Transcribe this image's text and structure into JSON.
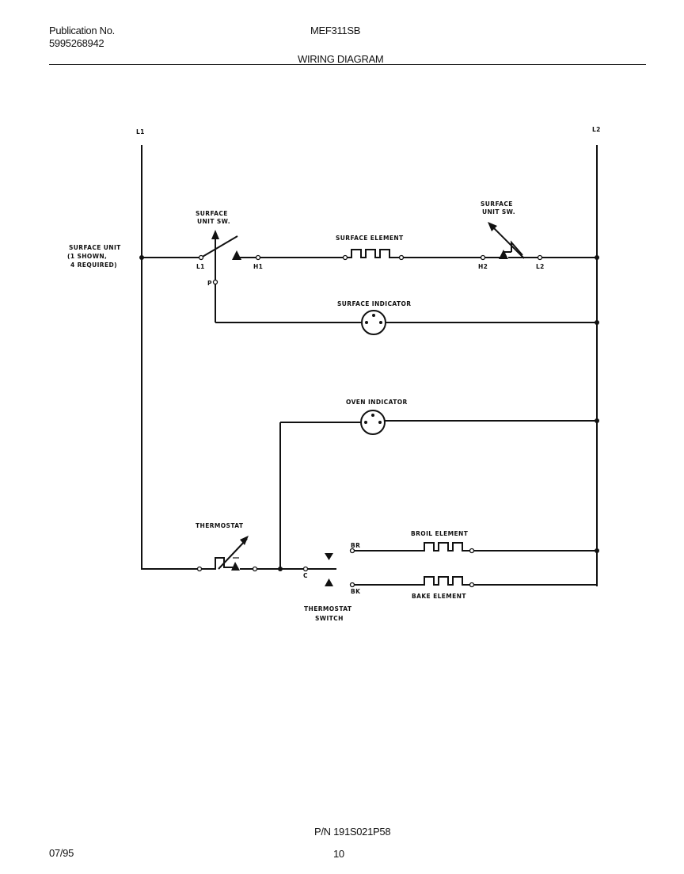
{
  "header": {
    "publication_label": "Publication No.",
    "publication_number": "5995268942",
    "model": "MEF311SB",
    "title": "WIRING DIAGRAM"
  },
  "labels": {
    "l1_top": "L1",
    "l2_top": "L2",
    "surface_unit_line1": "SURFACE UNIT",
    "surface_unit_line2": "(1 SHOWN,",
    "surface_unit_line3": "4 REQUIRED)",
    "surface_unit_sw_left_1": "SURFACE",
    "surface_unit_sw_left_2": "UNIT SW.",
    "surface_unit_sw_right_1": "SURFACE",
    "surface_unit_sw_right_2": "UNIT SW.",
    "surface_element": "SURFACE ELEMENT",
    "term_l1": "L1",
    "term_h1": "H1",
    "term_p": "P",
    "term_h2": "H2",
    "term_l2": "L2",
    "surface_indicator": "SURFACE INDICATOR",
    "oven_indicator": "OVEN INDICATOR",
    "thermostat": "THERMOSTAT",
    "broil_element": "BROIL ELEMENT",
    "bake_element": "BAKE ELEMENT",
    "term_br": "BR",
    "term_bk": "BK",
    "term_c": "C",
    "thermostat_switch_1": "THERMOSTAT",
    "thermostat_switch_2": "SWITCH"
  },
  "footer": {
    "part_number": "P/N 191S021P58",
    "date": "07/95",
    "page": "10"
  }
}
